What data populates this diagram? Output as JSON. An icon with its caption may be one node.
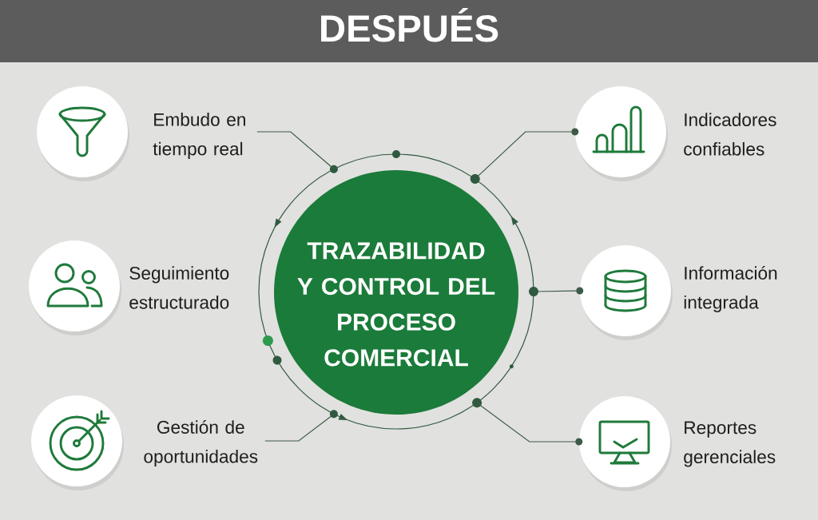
{
  "diagram": {
    "title": "DESPUÉS",
    "nodes": [
      {
        "text": [
          "Embudo en tiempo real"
        ]
      },
      {
        "text": [
          "Indicadores confiables"
        ]
      },
      {
        "text": [
          "TRAZABILIDAD Y CONTROL DEL PROCESO COMERCIAL"
        ]
      },
      {
        "text": [
          "Seguimiento estructurado"
        ]
      },
      {
        "text": [
          "Información integrada"
        ]
      },
      {
        "text": [
          "Gestión de oportunidades"
        ]
      },
      {
        "text": [
          "Reportes gerenciales"
        ]
      }
    ],
    "edges": [
      {
        "from": 0,
        "to": 2,
        "arrow": "none"
      },
      {
        "from": 2,
        "to": 1,
        "arrow": "none"
      },
      {
        "from": 2,
        "to": 4,
        "arrow": "none"
      },
      {
        "from": 5,
        "to": 2,
        "arrow": "none"
      },
      {
        "from": 2,
        "to": 6,
        "arrow": "none"
      }
    ]
  }
}
